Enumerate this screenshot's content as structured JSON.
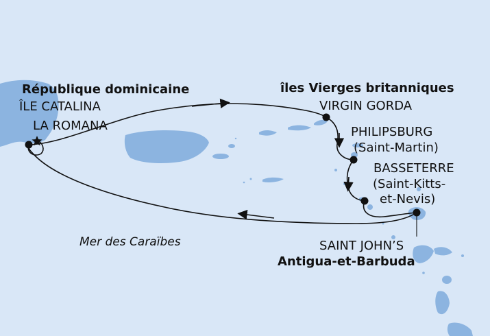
{
  "map": {
    "sea_label": "Mer des Caraïbes",
    "colors": {
      "sea": "#d9e7f7",
      "land": "#8cb4e0",
      "route": "#111111"
    },
    "regions": [
      {
        "id": "rep-dom",
        "name": "République dominicaine"
      },
      {
        "id": "bvi",
        "name": "îles Vierges britanniques"
      },
      {
        "id": "antigua",
        "name": "Antigua-et-Barbuda"
      }
    ],
    "ports": [
      {
        "id": "catalina",
        "name": "ÎLE CATALINA"
      },
      {
        "id": "la-romana",
        "name": "LA ROMANA",
        "marker": "star"
      },
      {
        "id": "virgin-gorda",
        "name": "VIRGIN GORDA"
      },
      {
        "id": "philipsburg",
        "name": "PHILIPSBURG",
        "subtitle": "(Saint-Martin)"
      },
      {
        "id": "basseterre",
        "name": "BASSETERRE",
        "subtitle_line1": "(Saint-Kitts-",
        "subtitle_line2": "et-Nevis)"
      },
      {
        "id": "saint-johns",
        "name": "SAINT JOHN’S"
      }
    ]
  }
}
